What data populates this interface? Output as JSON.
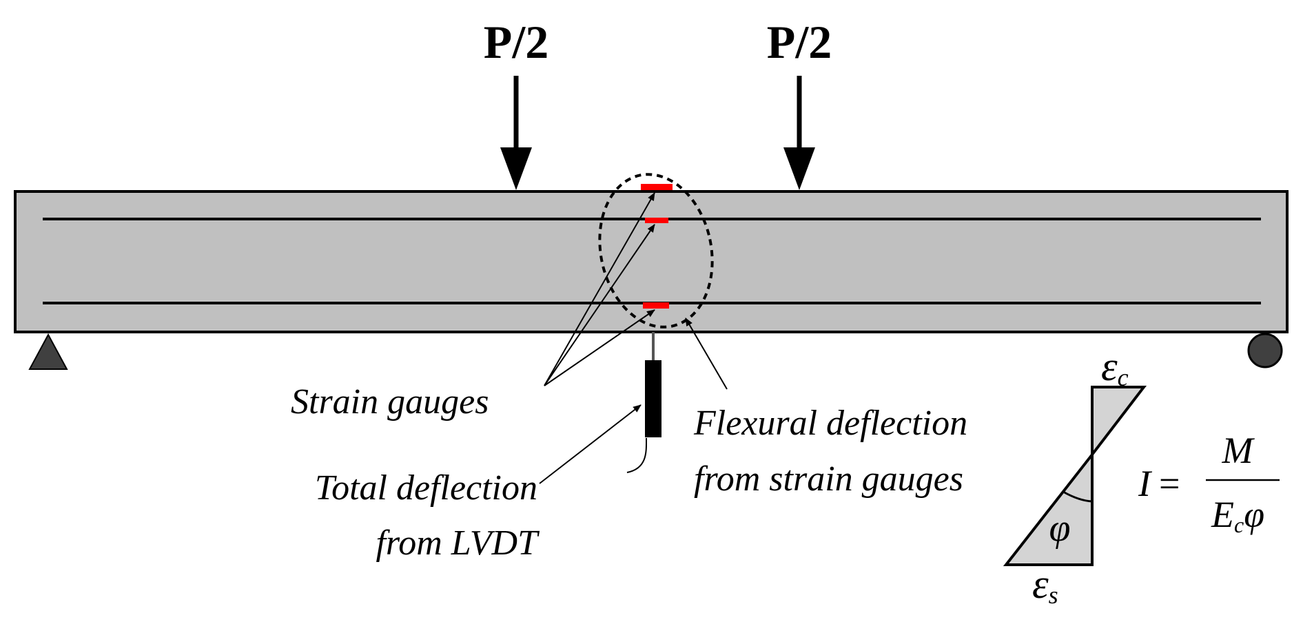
{
  "loads": {
    "left_label": "P/2",
    "right_label": "P/2"
  },
  "annotations": {
    "strain_gauges": "Strain gauges",
    "total_line1": "Total deflection",
    "total_line2": "from LVDT",
    "flexural_line1": "Flexural deflection",
    "flexural_line2": "from strain gauges"
  },
  "strain_diagram": {
    "top_symbol": "ε",
    "top_subscript": "c",
    "bottom_symbol": "ε",
    "bottom_subscript": "s",
    "angle_symbol": "φ"
  },
  "formula": {
    "lhs": "I",
    "equals": "=",
    "numerator": "M",
    "denominator_main": "E",
    "denominator_sub": "c",
    "denominator_tail": "φ"
  },
  "colors": {
    "beam_fill": "#c0c0c0",
    "gauge": "#ff0000",
    "support": "#404040",
    "strain_fill": "#d4d4d4"
  },
  "icons": {
    "pin_support": "triangle",
    "roller_support": "circle"
  }
}
